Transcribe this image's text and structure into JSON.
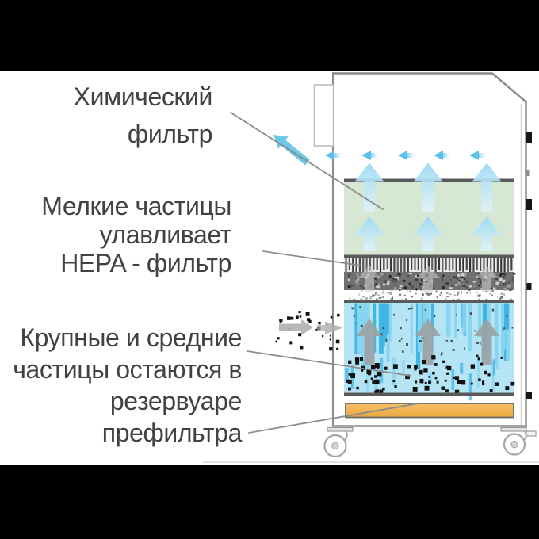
{
  "labels": {
    "chemical_filter": {
      "line1": "Химический",
      "line2": "фильтр"
    },
    "hepa_filter": {
      "line1": "Мелкие частицы",
      "line2": "улавливает",
      "line3": "HEPA - фильтр"
    },
    "prefilter": {
      "line1": "Крупные и средние",
      "line2": "частицы остаются в",
      "line3": "резервуаре",
      "line4": "префильтра"
    }
  },
  "colors": {
    "background": "#ffffff",
    "letterbox": "#000000",
    "text": "#424242",
    "outline": "#8c8c8c",
    "outline_light": "#d4d4d4",
    "leader_line": "#8c8c8c",
    "chemical_filter_fill": "#d6e8d3",
    "filter_border": "#5a5a5a",
    "hepa_dark": "#2f2f2f",
    "hepa_mid": "#707070",
    "water_fill": "#b5e4f5",
    "water_streak_dark": "#3cb4e4",
    "water_streak_light": "#85d4f0",
    "particle": "#111111",
    "gray_arrow": "#9aa3a4",
    "air_arrow": "#5ec2e8",
    "clean_arrow_top": "#9cd9f2",
    "clean_arrow_bottom": "#e0f3fb",
    "prefilter_tray_top": "#f7c168",
    "prefilter_tray_bottom": "#e9a63e",
    "prefilter_tray_border": "#6b6b6b",
    "caster": "#a5a5a5",
    "floor_shadow": "#e3e3e3"
  }
}
